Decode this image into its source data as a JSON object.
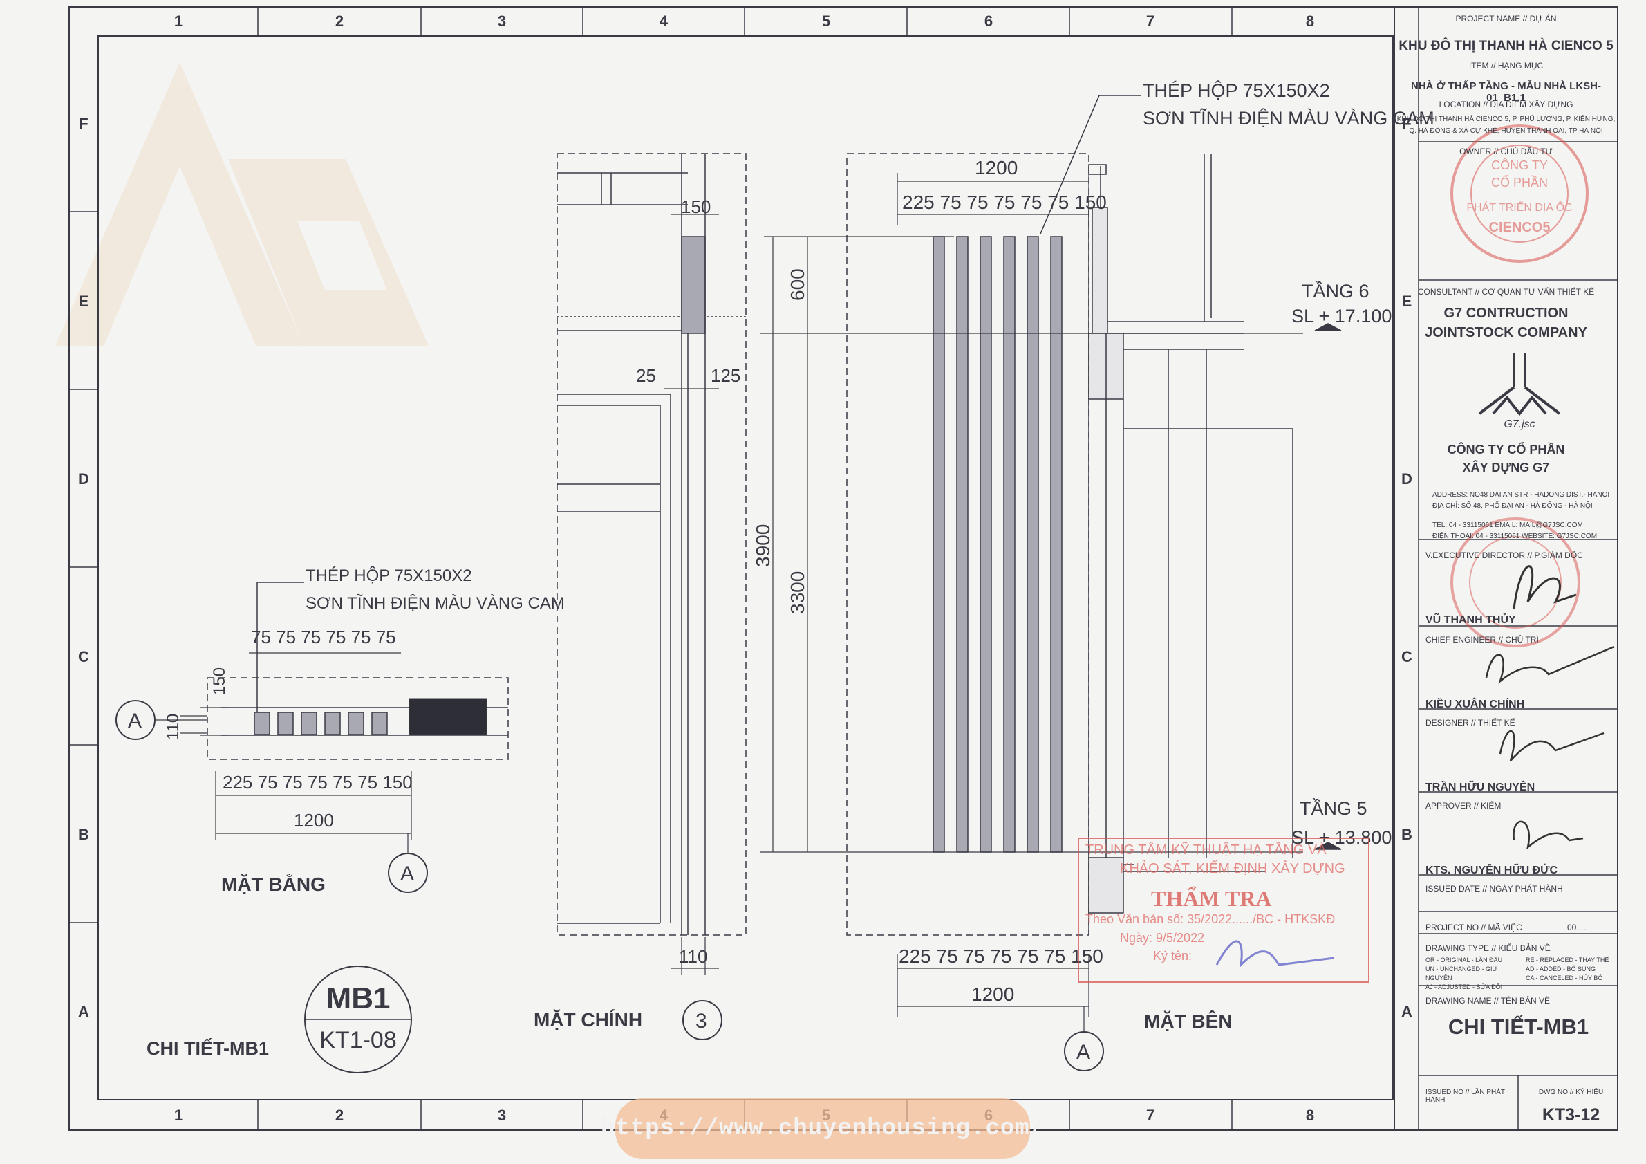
{
  "grid": {
    "columns": [
      "1",
      "2",
      "3",
      "4",
      "5",
      "6",
      "7",
      "8"
    ],
    "rows": [
      "F",
      "E",
      "D",
      "C",
      "B",
      "A"
    ]
  },
  "plan": {
    "note_line1": "THÉP HỘP 75X150X2",
    "note_line2": "SƠN TĨNH ĐIỆN MÀU VÀNG CAM",
    "dim_top": "75 75 75 75 75 75",
    "dim_bottom": "225  75 75 75 75 75 150",
    "dim_total": "1200",
    "dim_150": "150",
    "dim_110": "110",
    "section_mark": "A",
    "title": "MẶT BẰNG"
  },
  "front": {
    "dim_150": "150",
    "dim_25": "25",
    "dim_125": "125",
    "dim_110": "110",
    "title": "MẶT CHÍNH",
    "mark": "3"
  },
  "side": {
    "note_line1": "THÉP HỘP 75X150X2",
    "note_line2": "SƠN TĨNH ĐIỆN MÀU VÀNG CAM",
    "dim_total": "1200",
    "dim_series": "225  75 75 75 75 75 150",
    "dim_600": "600",
    "dim_3900": "3900",
    "dim_3300": "3300",
    "level6_name": "TẦNG 6",
    "level6_value": "SL + 17.100",
    "level5_name": "TẦNG 5",
    "level5_value": "SL + 13.800",
    "title": "MẶT BÊN",
    "section_mark": "A"
  },
  "detail": {
    "label": "CHI TIẾT-MB1",
    "circle_top": "MB1",
    "circle_bottom": "KT1-08"
  },
  "stamp": {
    "line1": "TRUNG TÂM KỸ THUẬT HẠ TẦNG VÀ",
    "line2": "KHẢO SÁT, KIỂM ĐỊNH XÂY DỰNG",
    "title": "THẨM TRA",
    "line3": "Theo Văn bản số: 35/2022....../BC - HTKSKĐ",
    "line4": "Ngày: 9/5/2022",
    "line5": "Ký tên:"
  },
  "seal": {
    "line1": "CÔNG TY",
    "line2": "CỔ PHẦN",
    "line3": "PHÁT TRIỂN ĐỊA ỐC",
    "line4": "CIENCO5"
  },
  "titleblock": {
    "project_label": "PROJECT NAME // DỰ ÁN",
    "project_name": "KHU ĐÔ THỊ THANH HÀ CIENCO 5",
    "item_label": "ITEM // HẠNG MỤC",
    "item_name": "NHÀ Ở THẤP TẦNG - MẪU NHÀ LKSH-01_B1.1",
    "location_label": "LOCATION // ĐỊA ĐIỂM XÂY DỰNG",
    "location_line1": "KHU ĐÔ THỊ THANH HÀ CIENCO 5, P. PHÚ LƯƠNG, P. KIẾN HƯNG,",
    "location_line2": "Q. HÀ ĐÔNG & XÃ CỰ KHÊ, HUYỆN THANH OAI, TP HÀ NỘI",
    "owner_label": "OWNER // CHỦ ĐẦU TƯ",
    "consultant_label": "CONSULTANT // CƠ QUAN TƯ VẤN THIẾT KẾ",
    "consultant_name1": "G7 CONTRUCTION",
    "consultant_name2": "JOINTSTOCK COMPANY",
    "logo_text": "G7.jsc",
    "company_vn1": "CÔNG TY CỔ PHẦN",
    "company_vn2": "XÂY DỰNG G7",
    "address_line1": "ADDRESS:   NO48 DAI AN STR - HADONG DIST.- HANOI",
    "address_line2": "ĐỊA CHỈ:    SỐ 48, PHỐ ĐẠI AN - HÀ ĐÔNG - HÀ NỘI",
    "tel_line1": "TEL:            04 - 33115061     EMAIL: MAIL@G7JSC.COM",
    "tel_line2": "ĐIỆN THOẠI: 04 - 33115061     WEBSITE:   G7JSC.COM",
    "director_label": "V.EXECUTIVE DIRECTOR // P.GIÁM ĐỐC",
    "director_name": "VŨ THANH THỦY",
    "engineer_label": "CHIEF ENGINEER // CHỦ TRÌ",
    "engineer_name": "KIỀU XUÂN CHÍNH",
    "designer_label": "DESIGNER // THIẾT KẾ",
    "designer_name": "TRẦN HỮU NGUYÊN",
    "approver_label": "APPROVER // KIỂM",
    "approver_name": "KTS. NGUYỄN HỮU ĐỨC",
    "issued_date_label": "ISSUED DATE // NGÀY PHÁT HÀNH",
    "project_no_label": "PROJECT NO // MÃ VIỆC",
    "project_no_value": "00.....",
    "drawing_type_label": "DRAWING TYPE // KIỂU BẢN VẼ",
    "type_col1": [
      "OR - ORIGINAL    - LẦN ĐẦU",
      "UN - UNCHANGED - GIỮ NGUYÊN",
      "AJ - ADJUSTED   - SỬA ĐỔI"
    ],
    "type_col2": [
      "RE - REPLACED  - THAY THẾ",
      "AD - ADDED      - BỔ SUNG",
      "CA - CANCELED  - HỦY BỎ"
    ],
    "drawing_name_label": "DRAWING NAME // TÊN BẢN VẼ",
    "drawing_name": "CHI TIẾT-MB1",
    "issued_no_label": "ISSUED NO // LẦN PHÁT HÀNH",
    "dwg_no_label": "DWG NO // KÝ HIỆU",
    "dwg_no": "KT3-12"
  },
  "watermark": "https://www.chuyenhousing.com/"
}
